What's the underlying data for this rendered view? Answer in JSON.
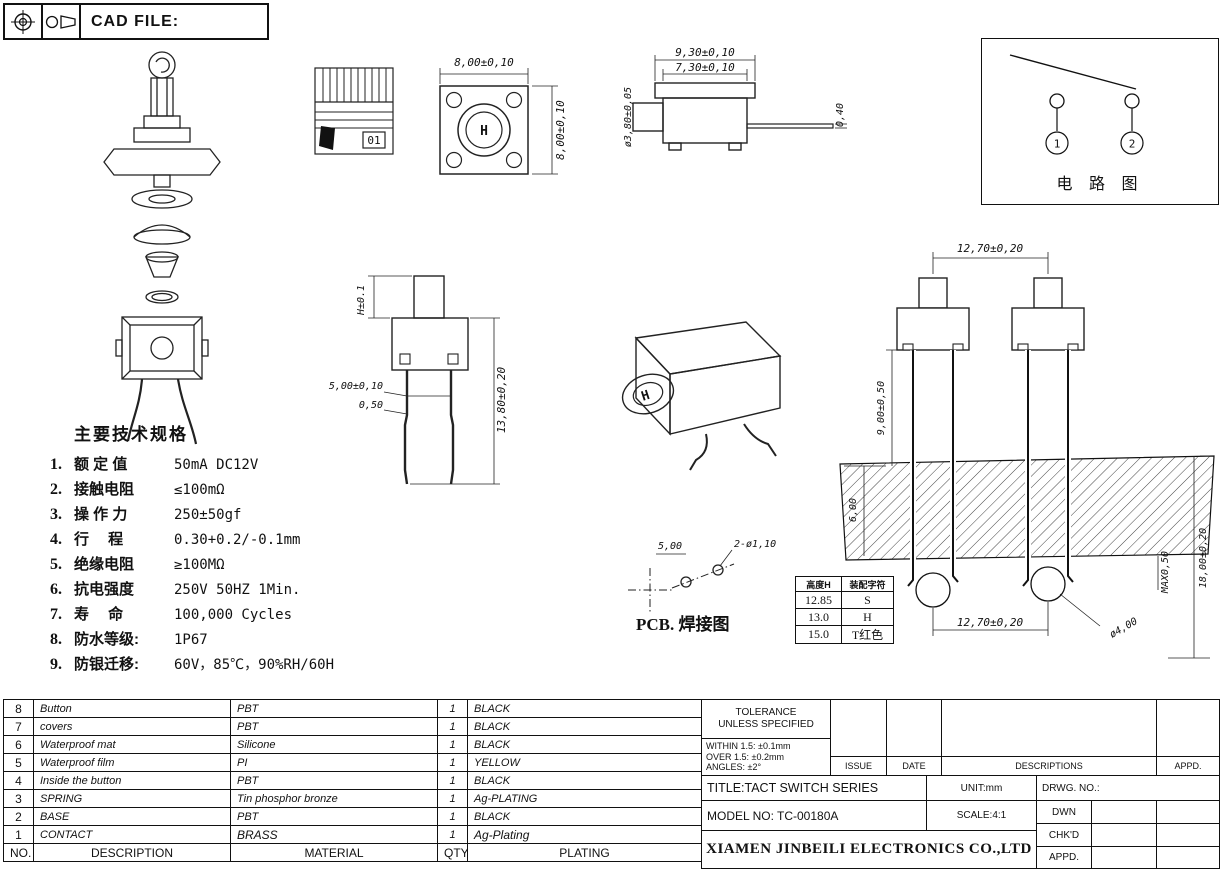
{
  "header": {
    "cad_file_label": "CAD FILE:"
  },
  "circuit": {
    "title": "电 路 图",
    "terminal_1": "1",
    "terminal_2": "2"
  },
  "drawings": {
    "stripes_label": "01",
    "top_view": {
      "dim_width": "8,00±0,10",
      "dim_height": "8,00±0,10",
      "center_letter": "H"
    },
    "side_view": {
      "dim_flange": "9,30±0,10",
      "dim_body": "7,30±0,10",
      "dim_pin": "0,40",
      "dim_shaft_dia": "ø3,80±0,05"
    },
    "front_view": {
      "dim_height": "H±0.1",
      "dim_pitch": "5,00±0,10",
      "dim_leg_w": "0,50",
      "dim_leg_len": "13,80±0,20"
    },
    "perspective": {
      "center_letter": "H"
    },
    "pcb_mount": {
      "dim_spacing_top": "12,70±0,20",
      "dim_standoff": "9,00±0,50",
      "dim_panel": "6,00",
      "dim_protrusion": "MAX0,50",
      "dim_depth": "18,00±0,20",
      "dim_spacing_bottom": "12,70±0,20",
      "dim_hole_dia": "ø4,00"
    },
    "pcb_pattern": {
      "dim_pitch": "5,00",
      "dim_holes": "2-ø1,10",
      "label": "PCB. 焊接图"
    }
  },
  "specs": {
    "title": "主要技术规格",
    "items": [
      {
        "num": "1.",
        "label": "额 定 值",
        "value": "50mA DC12V"
      },
      {
        "num": "2.",
        "label": "接触电阻",
        "value": "≤100mΩ"
      },
      {
        "num": "3.",
        "label": "操 作 力",
        "value": "250±50gf"
      },
      {
        "num": "4.",
        "label": "行　 程",
        "value": "0.30+0.2/-0.1mm"
      },
      {
        "num": "5.",
        "label": "绝缘电阻",
        "value": "≥100MΩ"
      },
      {
        "num": "6.",
        "label": "抗电强度",
        "value": "250V 50HZ 1Min."
      },
      {
        "num": "7.",
        "label": "寿　 命",
        "value": "100,000 Cycles"
      },
      {
        "num": "8.",
        "label": "防水等级:",
        "value": "1P67"
      },
      {
        "num": "9.",
        "label": "防银迁移:",
        "value": "60V，85℃，90%RH/60H"
      }
    ]
  },
  "height_table": {
    "col1_header": "高度H",
    "col2_header": "装配字符",
    "rows": [
      {
        "h": "12.85",
        "code": "S"
      },
      {
        "h": "13.0",
        "code": "H"
      },
      {
        "h": "15.0",
        "code": "T红色"
      }
    ]
  },
  "bom": {
    "header": {
      "no": "NO.",
      "description": "DESCRIPTION",
      "material": "MATERIAL",
      "qty": "QTY",
      "plating": "PLATING"
    },
    "rows": [
      {
        "no": "8",
        "description": "Button",
        "material": "PBT",
        "qty": "1",
        "plating": "BLACK"
      },
      {
        "no": "7",
        "description": "covers",
        "material": "PBT",
        "qty": "1",
        "plating": "BLACK"
      },
      {
        "no": "6",
        "description": "Waterproof mat",
        "material": "Silicone",
        "qty": "1",
        "plating": "BLACK"
      },
      {
        "no": "5",
        "description": "Waterproof film",
        "material": "PI",
        "qty": "1",
        "plating": "YELLOW"
      },
      {
        "no": "4",
        "description": "Inside the button",
        "material": "PBT",
        "qty": "1",
        "plating": "BLACK"
      },
      {
        "no": "3",
        "description": "SPRING",
        "material": "Tin phosphor bronze",
        "qty": "1",
        "plating": "Ag-PLATING"
      },
      {
        "no": "2",
        "description": "BASE",
        "material": "PBT",
        "qty": "1",
        "plating": "BLACK"
      },
      {
        "no": "1",
        "description": "CONTACT",
        "material": "BRASS",
        "qty": "1",
        "plating": "Ag-Plating"
      }
    ]
  },
  "title_block": {
    "tolerance_line1": "TOLERANCE",
    "tolerance_line2": "UNLESS SPECIFIED",
    "tolerance_within": "WITHIN 1.5: ±0.1mm",
    "tolerance_over": "OVER 1.5:  ±0.2mm",
    "tolerance_angles": "ANGLES: ±2°",
    "issue": "ISSUE",
    "date": "DATE",
    "descriptions": "DESCRIPTIONS",
    "appd_col": "APPD.",
    "title": "TITLE:TACT SWITCH SERIES",
    "unit": "UNIT:mm",
    "drwg_no": "DRWG. NO.:",
    "model": "MODEL NO: TC-00180A",
    "scale": "SCALE:4:1",
    "dwn": "DWN",
    "chkd": "CHK'D",
    "appd": "APPD.",
    "company": "XIAMEN JINBEILI ELECTRONICS CO.,LTD"
  }
}
